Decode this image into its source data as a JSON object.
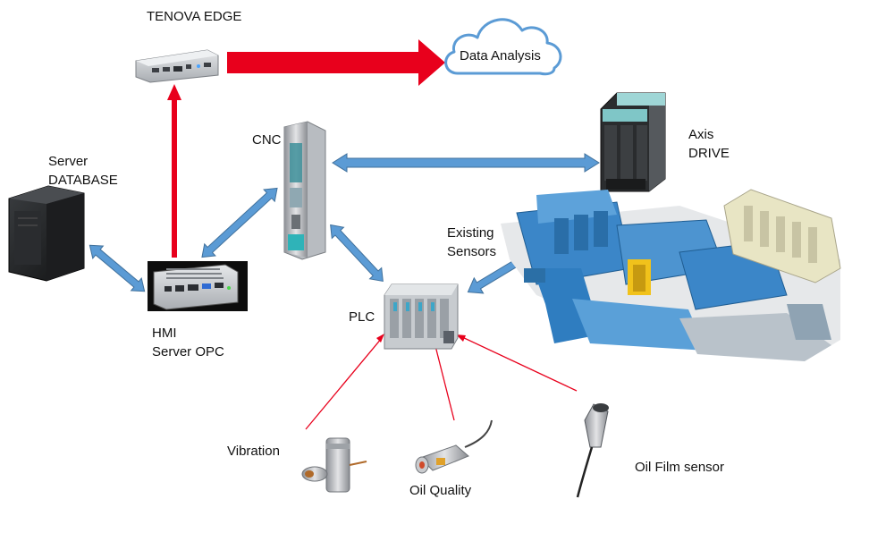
{
  "labels": {
    "tenova_edge": "TENOVA EDGE",
    "data_analysis": "Data Analysis",
    "cnc": "CNC",
    "axis_line1": "Axis",
    "axis_line2": "DRIVE",
    "server_line1": "Server",
    "server_line2": "DATABASE",
    "existing_line1": "Existing",
    "existing_line2": "Sensors",
    "hmi_line1": "HMI",
    "hmi_line2": "Server OPC",
    "plc": "PLC",
    "vibration": "Vibration",
    "oil_quality": "Oil Quality",
    "oil_film": "Oil Film sensor"
  },
  "colors": {
    "red_arrow": "#e8001c",
    "blue_arrow": "#5b9bd5",
    "blue_arrow_stroke": "#41719c",
    "cloud_stroke": "#5b9bd5",
    "machine_blue": "#3b86c8",
    "device_gray": "#c9ccd0"
  }
}
